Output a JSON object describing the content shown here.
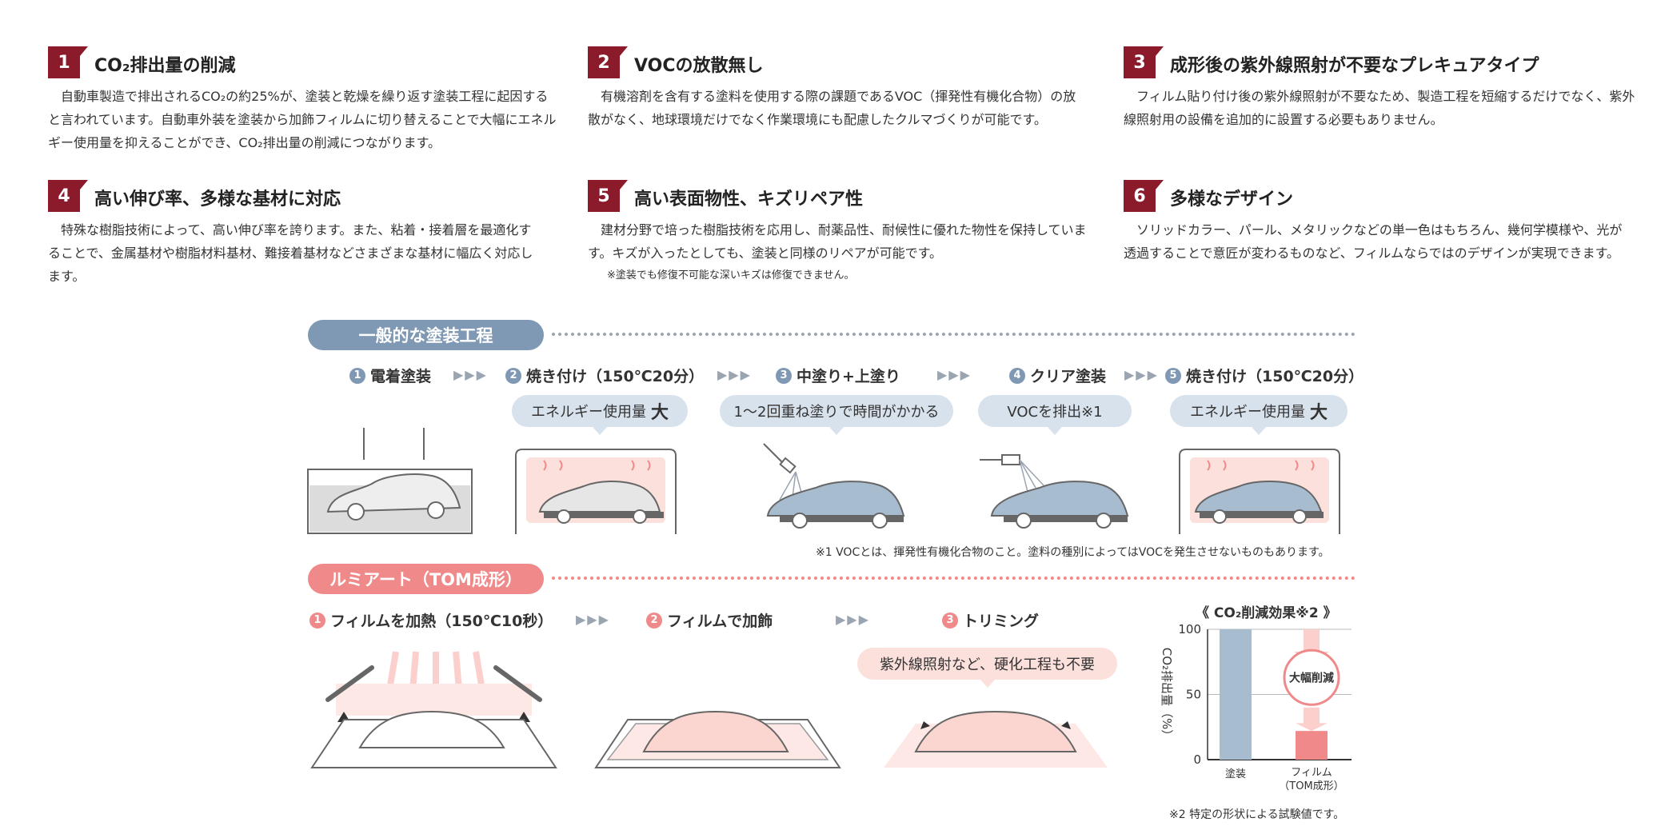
{
  "features": [
    {
      "num": "1",
      "title": "CO₂排出量の削減",
      "body": "自動車製造で排出されるCO₂の約25%が、塗装と乾燥を繰り返す塗装工程に起因すると言われています。自動車外装を塗装から加飾フィルムに切り替えることで大幅にエネルギー使用量を抑えることができ、CO₂排出量の削減につながります。"
    },
    {
      "num": "2",
      "title": "VOCの放散無し",
      "body": "有機溶剤を含有する塗料を使用する際の課題であるVOC（揮発性有機化合物）の放散がなく、地球環境だけでなく作業環境にも配慮したクルマづくりが可能です。"
    },
    {
      "num": "3",
      "title": "成形後の紫外線照射が不要なプレキュアタイプ",
      "body": "フィルム貼り付け後の紫外線照射が不要なため、製造工程を短縮するだけでなく、紫外線照射用の設備を追加的に設置する必要もありません。"
    },
    {
      "num": "4",
      "title": "高い伸び率、多様な基材に対応",
      "body": "特殊な樹脂技術によって、高い伸び率を誇ります。また、粘着・接着層を最適化することで、金属基材や樹脂材料基材、難接着基材などさまざまな基材に幅広く対応します。"
    },
    {
      "num": "5",
      "title": "高い表面物性、キズリペア性",
      "body": "建材分野で培った樹脂技術を応用し、耐薬品性、耐候性に優れた物性を保持しています。キズが入ったとしても、塗装と同様のリペアが可能です。",
      "note": "※塗装でも修復不可能な深いキズは修復できません。"
    },
    {
      "num": "6",
      "title": "多様なデザイン",
      "body": "ソリッドカラー、パール、メタリックなどの単一色はもちろん、幾何学模様や、光が透過することで意匠が変わるものなど、フィルムならではのデザインが実現できます。"
    }
  ],
  "general": {
    "label": "一般的な塗装工程",
    "arrows": "▶▶▶",
    "steps": [
      {
        "num": "1",
        "label": "電着塗装"
      },
      {
        "num": "2",
        "label": "焼き付け（150℃20分）"
      },
      {
        "num": "3",
        "label": "中塗り+上塗り"
      },
      {
        "num": "4",
        "label": "クリア塗装"
      },
      {
        "num": "5",
        "label": "焼き付け（150℃20分）"
      }
    ],
    "bubbles": [
      {
        "text": "エネルギー使用量",
        "strong": "大"
      },
      {
        "text": "1～2回重ね塗りで時間がかかる",
        "strong": ""
      },
      {
        "text": "VOCを排出※1",
        "strong": ""
      },
      {
        "text": "エネルギー使用量",
        "strong": "大"
      }
    ],
    "note": "※1 VOCとは、揮発性有機化合物のこと。塗料の種別によってはVOCを発生させないものもあります。"
  },
  "lumiart": {
    "label": "ルミアート（TOM成形）",
    "arrows": "▶▶▶",
    "steps": [
      {
        "num": "1",
        "label": "フィルムを加熱（150℃10秒）"
      },
      {
        "num": "2",
        "label": "フィルムで加飾"
      },
      {
        "num": "3",
        "label": "トリミング"
      }
    ],
    "bubble": "紫外線照射など、硬化工程も不要"
  },
  "chart_data": {
    "type": "bar",
    "title": "《 CO₂削減効果※2 》",
    "ylabel": "CO₂排出量（%）",
    "categories": [
      "塗装",
      "フィルム（TOM成形）"
    ],
    "values": [
      100,
      22
    ],
    "ylim": [
      0,
      100
    ],
    "yticks": [
      0,
      50,
      100
    ],
    "annotation": "大幅削減",
    "note": "※2 特定の形状による試験値です。",
    "colors": [
      "#a8bcd0",
      "#f08a8a"
    ]
  },
  "colors": {
    "accent": "#8b1a2b",
    "blue": "#7f98b3",
    "pink": "#f08a8a"
  }
}
